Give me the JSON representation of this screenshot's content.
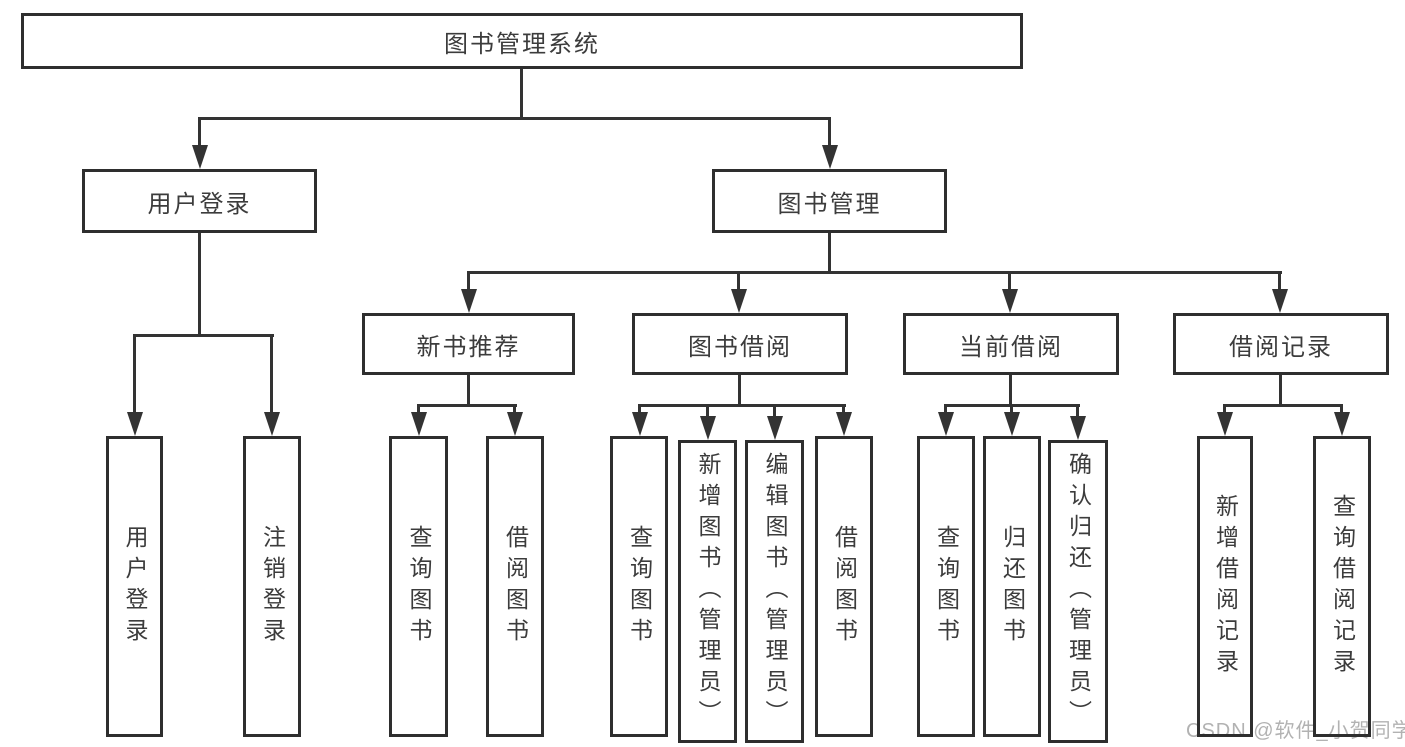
{
  "diagram": {
    "root": {
      "label": "图书管理系统"
    },
    "level2": [
      {
        "label": "用户登录"
      },
      {
        "label": "图书管理"
      }
    ],
    "level3": [
      {
        "label": "新书推荐"
      },
      {
        "label": "图书借阅"
      },
      {
        "label": "当前借阅"
      },
      {
        "label": "借阅记录"
      }
    ],
    "leaves": {
      "login": [
        "用户登录",
        "注销登录"
      ],
      "newbook": [
        "查询图书",
        "借阅图书"
      ],
      "borrow": [
        "查询图书",
        "新增图书（管理员）",
        "编辑图书（管理员）",
        "借阅图书"
      ],
      "current": [
        "查询图书",
        "归还图书",
        "确认归还（管理员）"
      ],
      "records": [
        "新增借阅记录",
        "查询借阅记录"
      ]
    },
    "watermark": "CSDN @软件_小贺同学",
    "colors": {
      "line": "#333333",
      "border": "#2e2e2e",
      "text": "#3c3c3c",
      "background": "#ffffff",
      "watermark": "#b2b2b2"
    }
  }
}
